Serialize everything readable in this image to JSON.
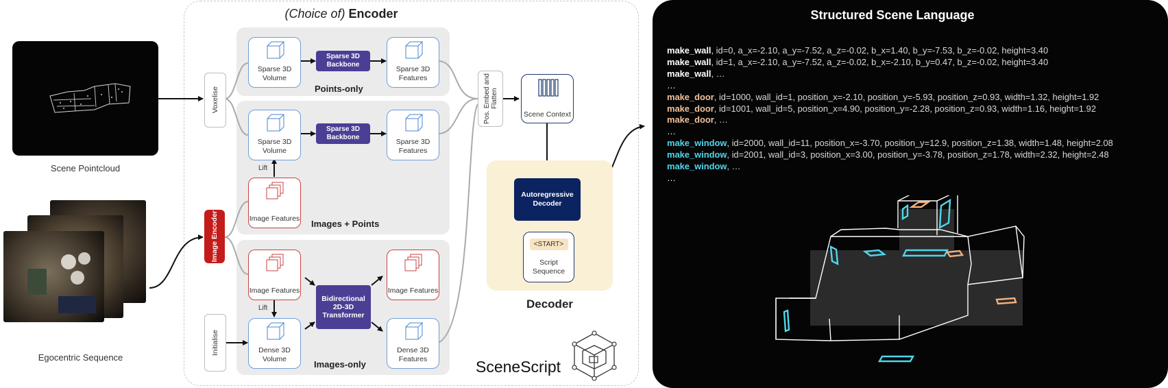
{
  "inputs": {
    "pointcloud_caption": "Scene Pointcloud",
    "egocentric_caption": "Egocentric Sequence"
  },
  "encoder": {
    "title_prefix": "(Choice of)",
    "title_main": "Encoder",
    "voxelise": "Voxelise",
    "image_encoder": "Image Encoder",
    "initialise": "Initialise",
    "points_only": {
      "label": "Points-only",
      "input": "Sparse 3D Volume",
      "backbone": "Sparse 3D Backbone",
      "output": "Sparse 3D Features"
    },
    "images_points": {
      "label": "Images + Points",
      "input": "Sparse 3D Volume",
      "backbone": "Sparse 3D Backbone",
      "output": "Sparse 3D Features",
      "image_features": "Image Features",
      "lift": "Lift"
    },
    "images_only": {
      "label": "Images-only",
      "image_features_in": "Image Features",
      "lift": "Lift",
      "dense_in": "Dense 3D Volume",
      "transformer": "Bidirectional 2D-3D Transformer",
      "image_features_out": "Image Features",
      "dense_out": "Dense 3D Features"
    }
  },
  "context": {
    "pos_embed": "Pos. Embed and Flatten",
    "scene_context": "Scene Context"
  },
  "decoder": {
    "label": "Decoder",
    "ar_decoder": "Autoregressive Decoder",
    "start_token": "<START>",
    "script_sequence": "Script Sequence"
  },
  "brand": "SceneScript",
  "structured_language": {
    "title": "Structured Scene Language",
    "colors": {
      "wall": "#ffffff",
      "door": "#f2c29c",
      "window": "#4fd7ec",
      "params": "#d9d9d9"
    },
    "lines": [
      {
        "kind": "wall",
        "fn": "make_wall",
        "params": ", id=0, a_x=-2.10, a_y=-7.52, a_z=-0.02, b_x=1.40, b_y=-7.53, b_z=-0.02, height=3.40"
      },
      {
        "kind": "wall",
        "fn": "make_wall",
        "params": ", id=1, a_x=-2.10, a_y=-7.52, a_z=-0.02, b_x=-2.10, b_y=0.47, b_z=-0.02, height=3.40"
      },
      {
        "kind": "wall",
        "fn": "make_wall",
        "params": ", …"
      },
      {
        "kind": "plain",
        "fn": "",
        "params": "…"
      },
      {
        "kind": "door",
        "fn": "make_door",
        "params": ", id=1000, wall_id=1, position_x=-2.10, position_y=-5.93, position_z=0.93, width=1.32, height=1.92"
      },
      {
        "kind": "door",
        "fn": "make_door",
        "params": ", id=1001, wall_id=5, position_x=4.90, position_y=-2.28, position_z=0.93, width=1.16, height=1.92"
      },
      {
        "kind": "door",
        "fn": "make_door",
        "params": ", …"
      },
      {
        "kind": "plain",
        "fn": "",
        "params": "…"
      },
      {
        "kind": "window",
        "fn": "make_window",
        "params": ", id=2000, wall_id=11, position_x=-3.70, position_y=12.9, position_z=1.38, width=1.48, height=2.08"
      },
      {
        "kind": "window",
        "fn": "make_window",
        "params": ", id=2001, wall_id=3, position_x=3.00, position_y=-3.78, position_z=1.78, width=2.32, height=2.48"
      },
      {
        "kind": "window",
        "fn": "make_window",
        "params": ", …"
      },
      {
        "kind": "plain",
        "fn": "",
        "params": "…"
      }
    ]
  }
}
